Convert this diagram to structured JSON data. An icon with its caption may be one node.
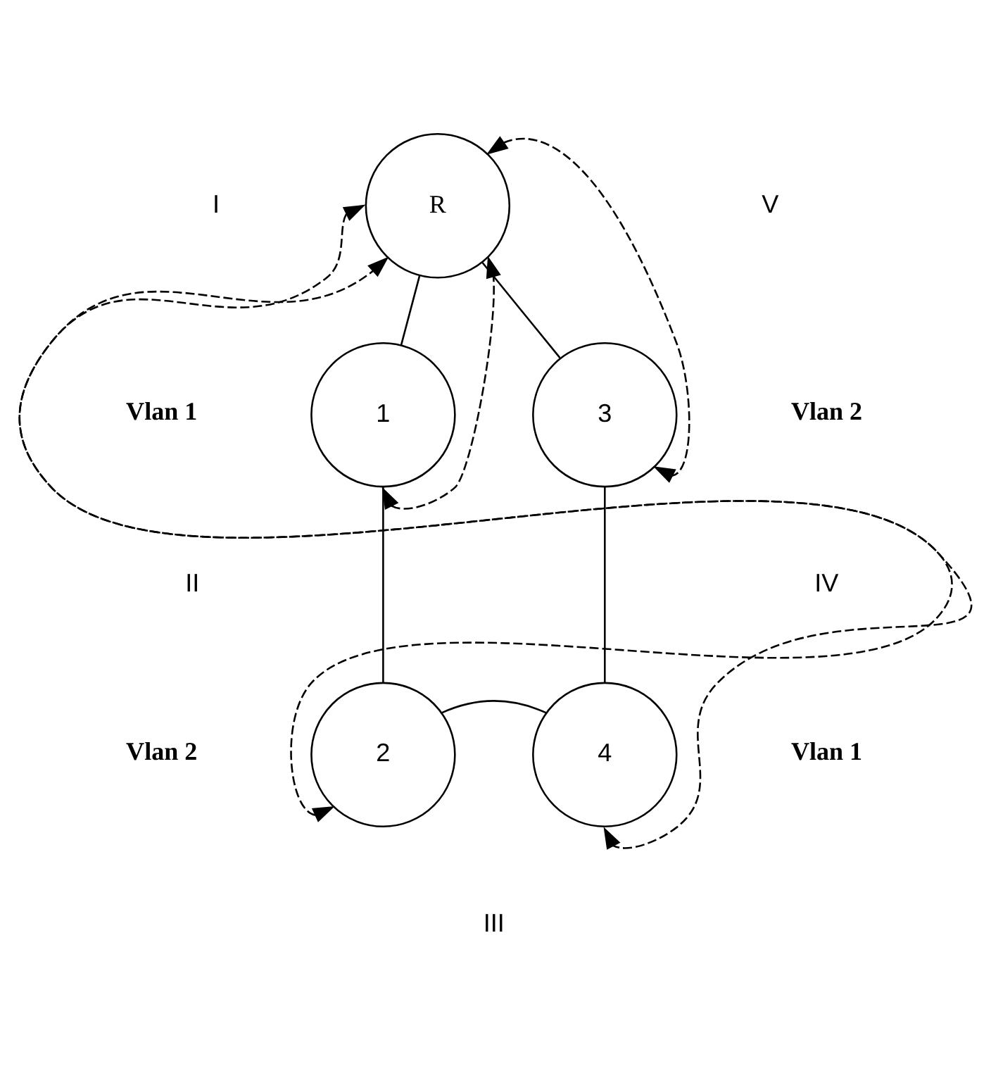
{
  "diagram": {
    "nodes": [
      {
        "text": [
          "R"
        ]
      },
      {
        "text": [
          "1"
        ]
      },
      {
        "text": [
          "3"
        ]
      },
      {
        "text": [
          "2"
        ]
      },
      {
        "text": [
          "4"
        ]
      }
    ],
    "edges": [
      {
        "from": 0,
        "to": 1,
        "arrow": "none"
      },
      {
        "from": 0,
        "to": 2,
        "arrow": "none"
      },
      {
        "from": 1,
        "to": 3,
        "arrow": "none"
      },
      {
        "from": 2,
        "to": 4,
        "arrow": "none"
      },
      {
        "from": 3,
        "to": 4,
        "arrow": "none"
      },
      {
        "from": 0,
        "to": 4,
        "arrow": "both",
        "style": "dashed"
      },
      {
        "from": 0,
        "to": 2,
        "arrow": "both",
        "style": "dashed"
      },
      {
        "from": 1,
        "to": 0,
        "arrow": "both",
        "style": "dashed"
      },
      {
        "from": 3,
        "to": 0,
        "arrow": "both",
        "style": "dashed"
      }
    ],
    "labels": [
      "I",
      "V",
      "Vlan 1",
      "Vlan 2",
      "II",
      "IV",
      "Vlan 2",
      "Vlan 1",
      "III"
    ]
  }
}
